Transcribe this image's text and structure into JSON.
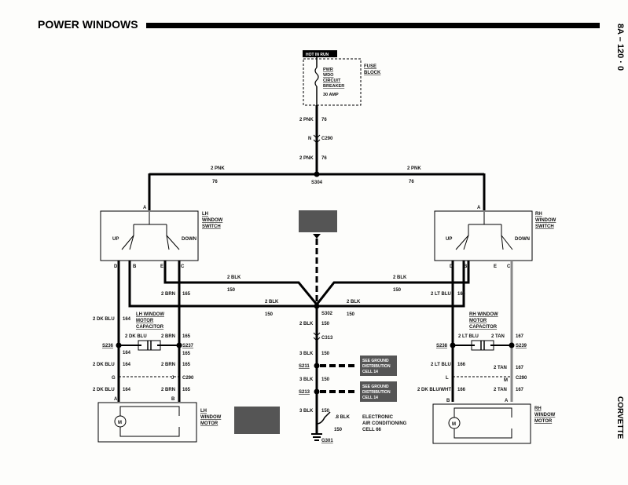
{
  "header": {
    "title": "POWER WINDOWS",
    "page_ref": "8A – 120 · 0"
  },
  "footer": {
    "model": "CORVETTE"
  },
  "fuse": {
    "hot_label": "HOT IN RUN",
    "block_label": [
      "FUSE",
      "BLOCK"
    ],
    "breaker_label": [
      "PWR",
      "WDO",
      "CIRCUIT",
      "BREAKER"
    ],
    "amp": "30 AMP"
  },
  "wires": {
    "pnk_size": "2 PNK",
    "pnk_circuit": "76",
    "blk2": "2 BLK",
    "blk3": "3 BLK",
    "blk_circuit": "150",
    "brn2": "2 BRN",
    "brn_circuit": "165",
    "dkblu2": "2 DK BLU",
    "dkblu_circuit": "164",
    "ltblu2": "2 LT BLU",
    "ltblu_circuit": "166",
    "tan2": "2 TAN",
    "tan_circuit": "167",
    "dkbluwht": "2 DK BLU/WHT",
    "blk8": ".8 BLK"
  },
  "connectors": {
    "c290": "C290",
    "s304": "S304",
    "s302": "S302",
    "c313": "C313",
    "s211": "S211",
    "s213": "S213",
    "g301": "G301",
    "s236": "S236",
    "s237": "S237",
    "s238": "S238",
    "s239": "S239",
    "n": "N",
    "g": "G",
    "j": "J",
    "l": "L",
    "m": "M"
  },
  "pins": {
    "a": "A",
    "b": "B",
    "c": "C",
    "d": "D",
    "e": "E"
  },
  "lh_switch": {
    "label": [
      "LH",
      "WINDOW",
      "SWITCH"
    ],
    "up": "UP",
    "down": "DOWN"
  },
  "rh_switch": {
    "label": [
      "RH",
      "WINDOW",
      "SWITCH"
    ],
    "up": "UP",
    "down": "DOWN"
  },
  "lh_capacitor": {
    "label": [
      "LH WINDOW",
      "MOTOR",
      "CAPACITOR"
    ]
  },
  "rh_capacitor": {
    "label": [
      "RH WINDOW",
      "MOTOR",
      "CAPACITOR"
    ]
  },
  "lh_motor": {
    "label": [
      "LH",
      "WINDOW",
      "MOTOR"
    ],
    "symbol": "M"
  },
  "rh_motor": {
    "label": [
      "RH",
      "WINDOW",
      "MOTOR"
    ],
    "symbol": "M"
  },
  "ground_dist_1": [
    "SEE GROUND",
    "DISTRIBUTION",
    "CELL 14"
  ],
  "ground_dist_2": [
    "SEE GROUND",
    "DISTRIBUTION",
    "CELL 14"
  ],
  "electronic_ac": [
    "ELECTRONIC",
    "AIR CONDITIONING",
    "CELL 66"
  ]
}
